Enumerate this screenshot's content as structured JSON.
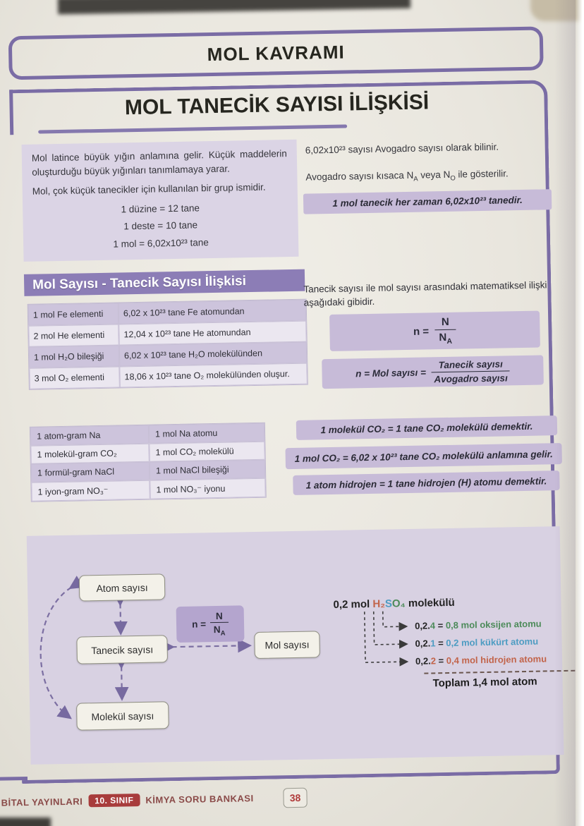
{
  "page": {
    "title": "MOL KAVRAMI",
    "subtitle": "MOL TANECİK SAYISI İLİŞKİSİ",
    "page_number": "38"
  },
  "intro_left": {
    "p1": "Mol latince büyük yığın anlamına gelir. Küçük maddelerin oluşturduğu büyük yığınları tanımlamaya yarar.",
    "p2": "Mol, çok küçük tanecikler için kullanılan bir grup ismidir.",
    "equivalences": [
      "1 düzine = 12 tane",
      "1 deste = 10 tane",
      "1 mol = 6,02x10²³ tane"
    ]
  },
  "intro_right": {
    "p1": "6,02x10²³ sayısı Avogadro sayısı olarak bilinir.",
    "p2": {
      "pre": "Avogadro sayısı kısaca N",
      "sub_a": "A",
      "mid": " veya N",
      "sub_o": "O",
      "post": " ile gösterilir."
    },
    "highlight": "1 mol tanecik her zaman 6,02x10²³ tanedir."
  },
  "mol_tanecik_section": {
    "header": "Mol Sayısı - Tanecik Sayısı İlişkisi",
    "table_rows": [
      {
        "left": "1 mol Fe elementi",
        "right": "6,02 x 10²³ tane Fe atomundan"
      },
      {
        "left": "2 mol He elementi",
        "right": "12,04 x 10²³ tane He atomundan"
      },
      {
        "left": "1 mol H₂O bileşiği",
        "right": "6,02 x 10²³ tane H₂O molekülünden"
      },
      {
        "left": "3 mol O₂ elementi",
        "right": "18,06 x 10²³ tane O₂ molekülünden oluşur."
      }
    ],
    "relation_text": "Tanecik sayısı ile mol sayısı arasındaki matematiksel ilişki aşağıdaki gibidir.",
    "formula_symbolic": {
      "lhs": "n =",
      "numerator": "N",
      "denominator_base": "N",
      "denominator_sub": "A"
    },
    "formula_verbal": {
      "lhs": "n = Mol sayısı =",
      "numerator": "Tanecik sayısı",
      "denominator": "Avogadro sayısı"
    }
  },
  "gram_table_rows": [
    {
      "left": "1 atom-gram Na",
      "right": "1 mol Na atomu"
    },
    {
      "left": "1 molekül-gram CO₂",
      "right": "1 mol CO₂ molekülü"
    },
    {
      "left": "1 formül-gram NaCl",
      "right": "1 mol NaCl bileşiği"
    },
    {
      "left": "1 iyon-gram NO₃⁻",
      "right": "1 mol NO₃⁻ iyonu"
    }
  ],
  "statements": [
    "1 molekül CO₂ = 1 tane CO₂ molekülü demektir.",
    "1 mol CO₂ = 6,02 x 10²³ tane CO₂ molekülü anlamına gelir.",
    "1 atom hidrojen = 1 tane hidrojen (H) atomu demektir."
  ],
  "diagram": {
    "boxes": {
      "atom": "Atom sayısı",
      "tanecik": "Tanecik sayısı",
      "molekul": "Molekül sayısı",
      "mol": "Mol sayısı"
    },
    "formula": {
      "lhs": "n =",
      "numerator": "N",
      "denominator_base": "N",
      "denominator_sub": "A"
    }
  },
  "example": {
    "intro": {
      "prefix": "0,2 mol ",
      "h2": "H₂",
      "s": "S",
      "o4": "O₄",
      "suffix": " molekülü"
    },
    "rows": [
      {
        "base": "0,2.",
        "factor": "4",
        "equals": " = ",
        "result": "0,8 mol oksijen atomu",
        "color": "#4d8b5a"
      },
      {
        "base": "0,2.",
        "factor": "1",
        "equals": " = ",
        "result": "0,2 mol kükürt atomu",
        "color": "#4d9cc2"
      },
      {
        "base": "0,2.",
        "factor": "2",
        "equals": " = ",
        "result": "0,4 mol hidrojen atomu",
        "color": "#c2644a"
      }
    ],
    "total": "Toplam 1,4 mol atom",
    "colors": {
      "h2": "#c2644a",
      "s": "#4d9cc2",
      "o4": "#4d8b5a"
    }
  },
  "footer": {
    "publisher": "BİTAL YAYINLARI",
    "grade_badge": "10. SINIF",
    "series": "KİMYA SORU BANKASI"
  },
  "colors": {
    "frame_purple": "#7a6ca5",
    "section_header_bg": "#8c7db6",
    "highlight_band_bg": "#c7bbd8",
    "left_panel_bg": "#dbd4e5",
    "diagram_panel_bg": "#d8d1e2",
    "diagram_formula_bg": "#b4a5ce",
    "table_row_alt_bg": "#cdc4dc",
    "footer_badge_red": "#a83c3c",
    "footer_text_red": "#8a4a48",
    "arrow_purple": "#7c6fa2"
  }
}
